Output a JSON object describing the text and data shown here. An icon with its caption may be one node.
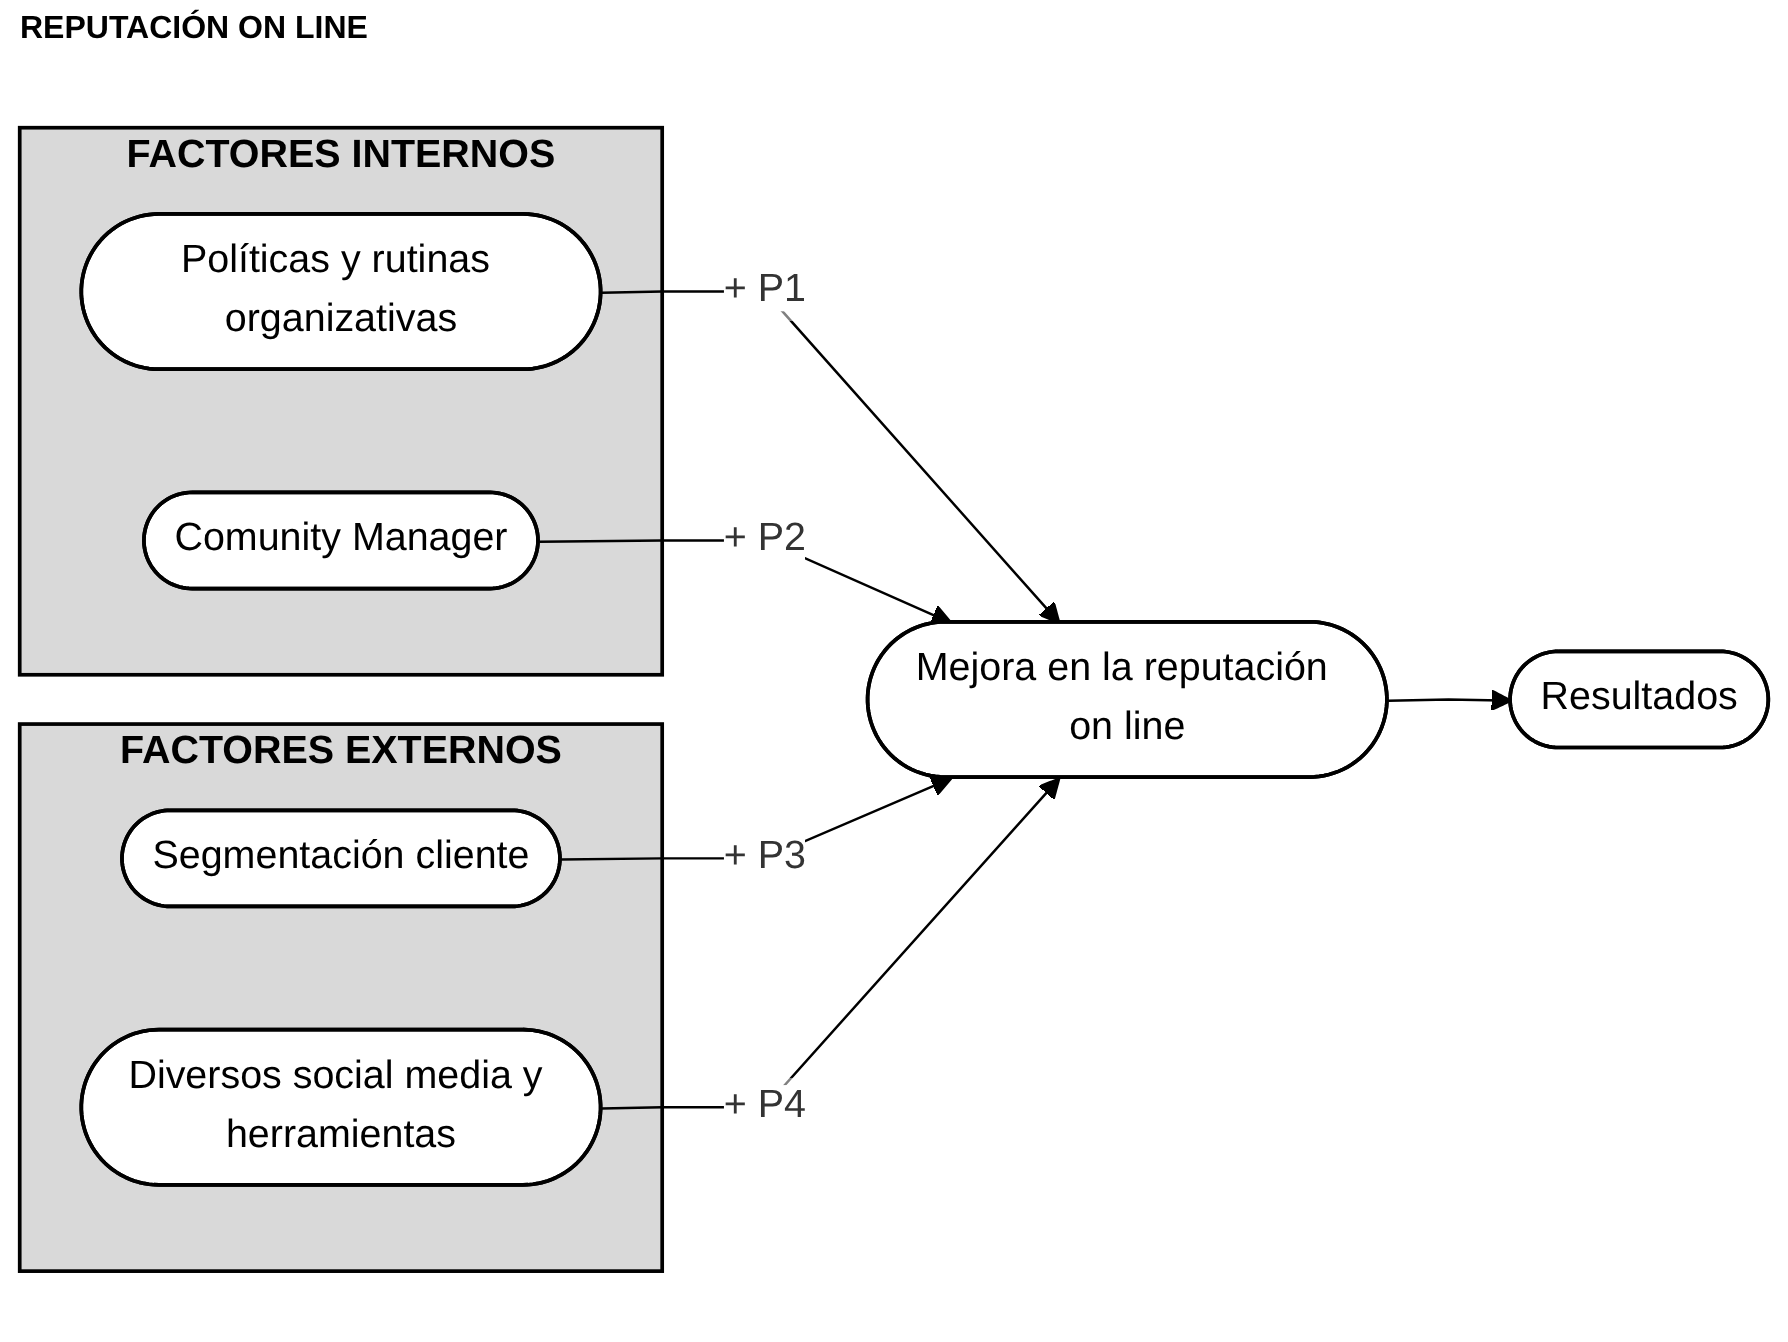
{
  "diagram": {
    "title": "REPUTACIÓN ON LINE",
    "nodes": [
      {
        "text": [
          "FACTORES INTERNOS"
        ]
      },
      {
        "text": [
          "Políticas y rutinas organizativas"
        ],
        "in": 0
      },
      {
        "text": [
          "Comunity Manager"
        ],
        "in": 0
      },
      {
        "text": [
          "FACTORES EXTERNOS"
        ]
      },
      {
        "text": [
          "Segmentación cliente"
        ],
        "in": 3
      },
      {
        "text": [
          "Diversos social media y herramientas"
        ],
        "in": 3
      },
      {
        "text": [
          "Mejora en la reputación on line"
        ]
      },
      {
        "text": [
          "Resultados"
        ]
      }
    ],
    "edges": [
      {
        "from": 1,
        "to": 6,
        "arrow": "to",
        "label": "+ P1"
      },
      {
        "from": 2,
        "to": 6,
        "arrow": "to",
        "label": "+ P2"
      },
      {
        "from": 4,
        "to": 6,
        "arrow": "to",
        "label": "+ P3"
      },
      {
        "from": 5,
        "to": 6,
        "arrow": "to",
        "label": "+ P4"
      },
      {
        "from": 6,
        "to": 7,
        "arrow": "to"
      }
    ]
  }
}
